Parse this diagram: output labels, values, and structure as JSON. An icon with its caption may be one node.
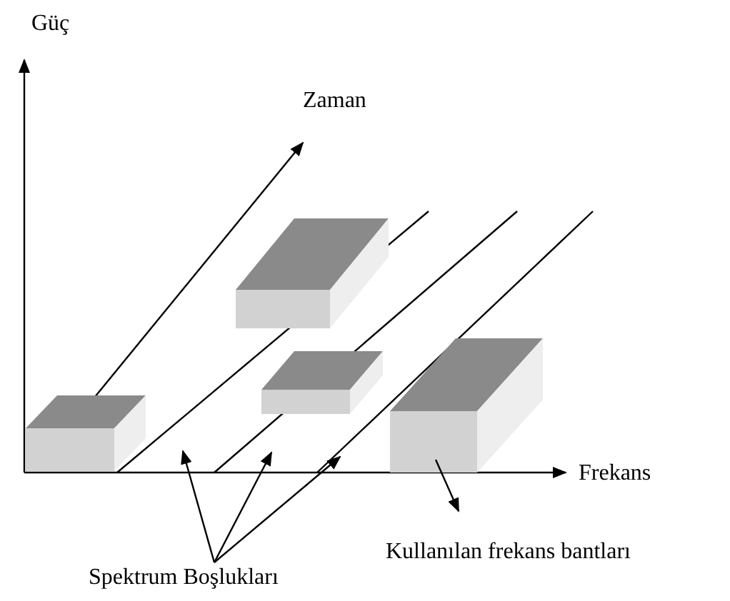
{
  "diagram": {
    "nodes": [
      {
        "text": [],
        "shape": "box"
      },
      {
        "text": [],
        "shape": "box"
      },
      {
        "text": [],
        "shape": "box"
      },
      {
        "text": [],
        "shape": "box"
      },
      {
        "text": [
          "Spektrum Boşlukları"
        ]
      },
      {
        "text": [
          "Kullanılan frekans bantları"
        ]
      }
    ],
    "edges": [
      {
        "from": 4,
        "to": null,
        "arrow": "to"
      },
      {
        "from": 4,
        "to": null,
        "arrow": "to"
      },
      {
        "from": 4,
        "to": null,
        "arrow": "to"
      },
      {
        "from": 3,
        "to": 5,
        "arrow": "to"
      }
    ],
    "labels": [
      "Güç",
      "Zaman",
      "Frekans"
    ]
  }
}
